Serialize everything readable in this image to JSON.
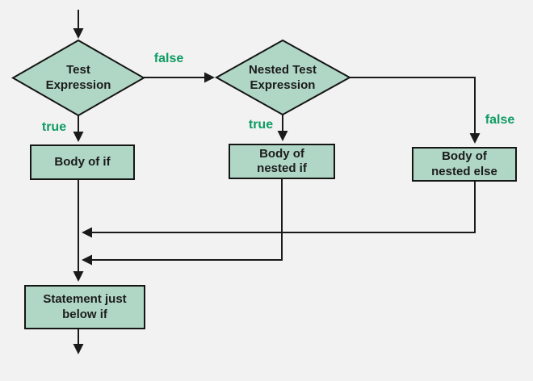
{
  "diagram_title": "nested if-else flowchart",
  "colors": {
    "background": "#f3f2f2",
    "node_fill": "#b0d7c6",
    "node_border": "#151515",
    "line": "#1a1a1a",
    "label_green": "#0e9c63",
    "text": "#1b1b1b"
  },
  "nodes": {
    "test_expression": {
      "type": "decision",
      "label": "Test\nExpression"
    },
    "nested_test_expression": {
      "type": "decision",
      "label": "Nested Test\nExpression"
    },
    "body_of_if": {
      "type": "process",
      "label": "Body of if"
    },
    "body_of_nested_if": {
      "type": "process",
      "label": "Body of\nnested if"
    },
    "body_of_nested_else": {
      "type": "process",
      "label": "Body of\nnested else"
    },
    "statement_below_if": {
      "type": "process",
      "label": "Statement just\nbelow if"
    }
  },
  "edge_labels": {
    "false_top": "false",
    "true_left": "true",
    "true_middle": "true",
    "false_right": "false"
  }
}
